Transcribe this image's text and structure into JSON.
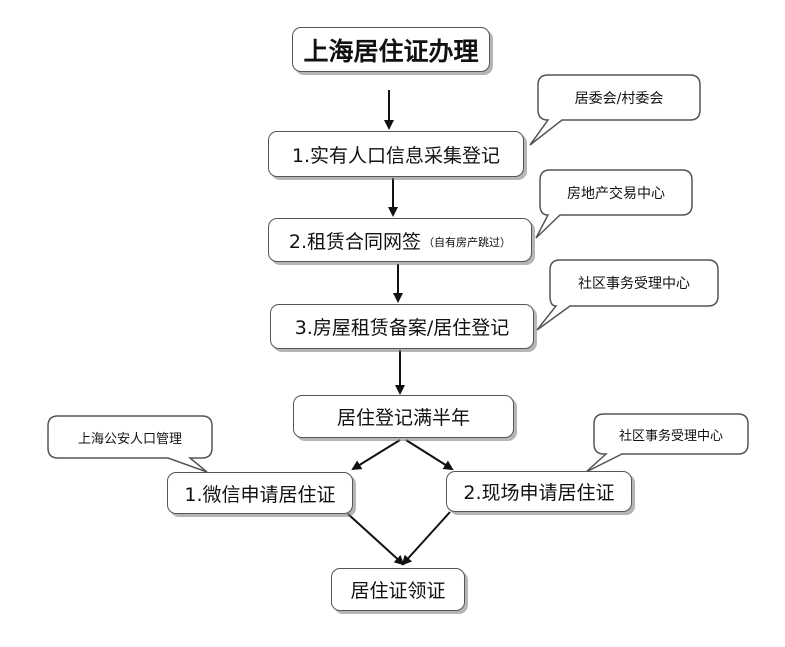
{
  "title": "上海居住证办理",
  "steps": {
    "s1": "1.实有人口信息采集登记",
    "s2": "2.租赁合同网签",
    "s2_note": "（自有房产跳过）",
    "s3": "3.房屋租赁备案/居住登记",
    "s4": "居住登记满半年",
    "s5a": "1.微信申请居住证",
    "s5b": "2.现场申请居住证",
    "s6": "居住证领证"
  },
  "callouts": {
    "c1": "居委会/村委会",
    "c2": "房地产交易中心",
    "c3": "社区事务受理中心",
    "c4": "上海公安人口管理",
    "c5": "社区事务受理中心"
  }
}
